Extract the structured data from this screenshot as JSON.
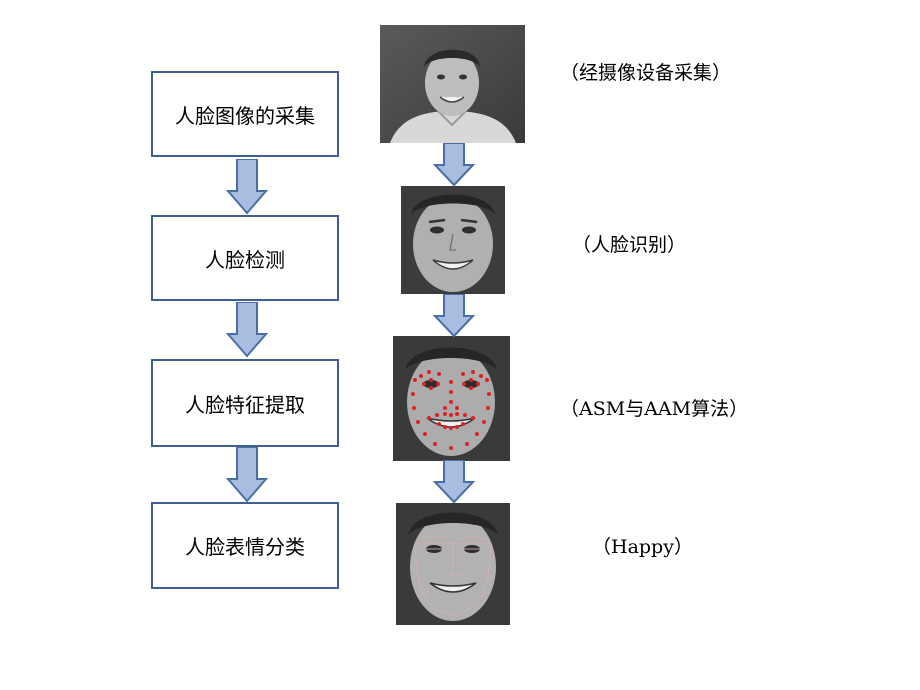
{
  "steps": [
    {
      "label": "人脸图像的采集"
    },
    {
      "label": "人脸检测"
    },
    {
      "label": "人脸特征提取"
    },
    {
      "label": "人脸表情分类"
    }
  ],
  "notes": [
    "（经摄像设备采集）",
    "（人脸识别）",
    "（ASM与AAM算法）",
    "（Happy）"
  ],
  "colors": {
    "box_border": "#3f5f8f",
    "arrow_fill": "#a8bde0",
    "arrow_stroke": "#4a6fa5",
    "landmark": "#e02020"
  }
}
